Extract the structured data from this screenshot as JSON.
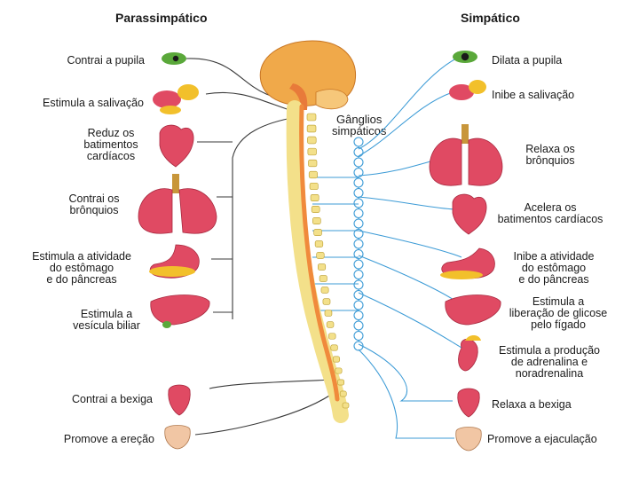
{
  "headers": {
    "left": "Parassimpático",
    "right": "Simpático"
  },
  "ganglia_label": [
    "Gânglios",
    "simpáticos"
  ],
  "parasympathetic": [
    {
      "lines": [
        "Contrai a pupila"
      ]
    },
    {
      "lines": [
        "Estimula a salivação"
      ]
    },
    {
      "lines": [
        "Reduz os",
        "batimentos",
        "cardíacos"
      ]
    },
    {
      "lines": [
        "Contrai os",
        "brônquios"
      ]
    },
    {
      "lines": [
        "Estimula a atividade",
        "do estômago",
        "e do pâncreas"
      ]
    },
    {
      "lines": [
        "Estimula a",
        "vesícula biliar"
      ]
    },
    {
      "lines": [
        "Contrai a bexiga"
      ]
    },
    {
      "lines": [
        "Promove a ereção"
      ]
    }
  ],
  "sympathetic": [
    {
      "lines": [
        "Dilata a pupila"
      ]
    },
    {
      "lines": [
        "Inibe a salivação"
      ]
    },
    {
      "lines": [
        "Relaxa os",
        "brônquios"
      ]
    },
    {
      "lines": [
        "Acelera os",
        "batimentos cardíacos"
      ]
    },
    {
      "lines": [
        "Inibe a atividade",
        "do estômago",
        "e do pâncreas"
      ]
    },
    {
      "lines": [
        "Estimula a",
        "liberação de glicose",
        "pelo fígado"
      ]
    },
    {
      "lines": [
        "Estimula a produção",
        "de adrenalina e",
        "noradrenalina"
      ]
    },
    {
      "lines": [
        "Relaxa a bexiga"
      ]
    },
    {
      "lines": [
        "Promove a ejaculação"
      ]
    }
  ],
  "colors": {
    "parasympathetic_nerve": "#3a3a3a",
    "sympathetic_nerve": "#3c9bd6",
    "spinal_cord": "#f08a3c",
    "vertebra": "#f3e08a",
    "organ_red": "#e04a63",
    "eye_green": "#5aa83a"
  }
}
